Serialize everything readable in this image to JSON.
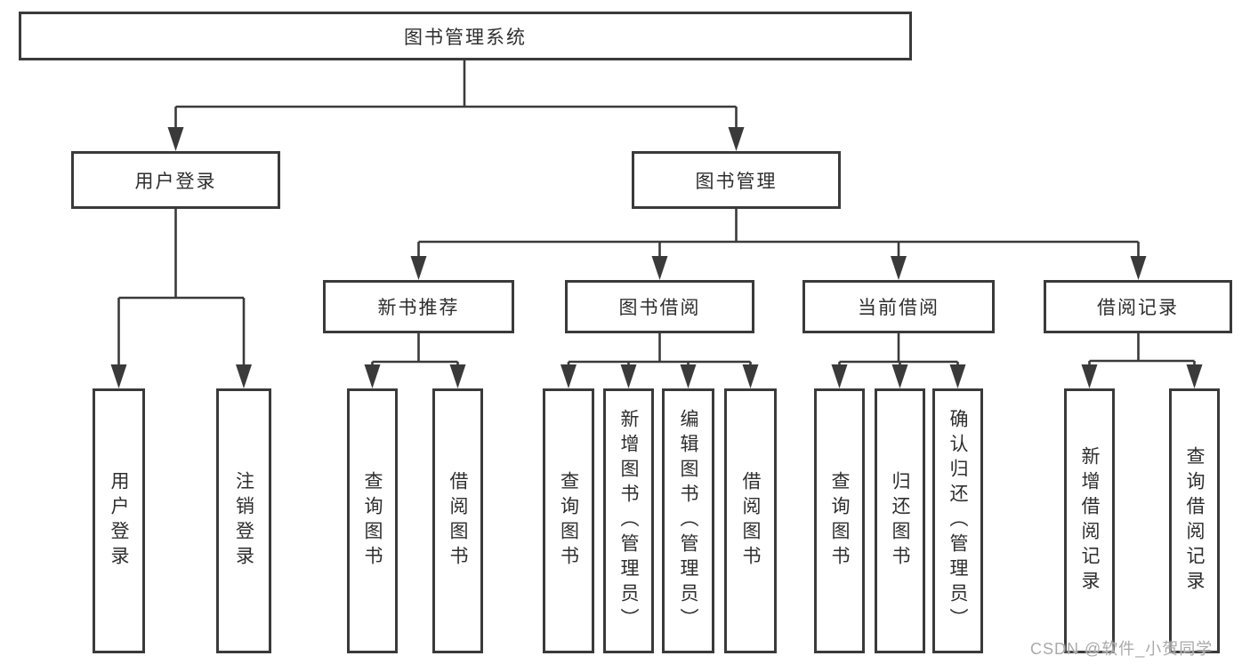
{
  "root_label": "图书管理系统",
  "level2": {
    "user_login": "用户登录",
    "book_management": "图书管理"
  },
  "level3": {
    "new_books": "新书推荐",
    "borrowing": "图书借阅",
    "current": "当前借阅",
    "records": "借阅记录"
  },
  "leaves": {
    "user_login": [
      "用户登录",
      "注销登录"
    ],
    "new_books": [
      "查询图书",
      "借阅图书"
    ],
    "borrowing": [
      "查询图书",
      "新增图书（管理员）",
      "编辑图书（管理员）",
      "借阅图书"
    ],
    "current": [
      "查询图书",
      "归还图书",
      "确认归还（管理员）"
    ],
    "records": [
      "新增借阅记录",
      "查询借阅记录"
    ]
  },
  "watermark": "CSDN @软件_小贺同学",
  "colors": {
    "line": "#3a3a3a",
    "text": "#2e2e2e",
    "watermark": "#a9a9a9",
    "background": "#ffffff"
  }
}
